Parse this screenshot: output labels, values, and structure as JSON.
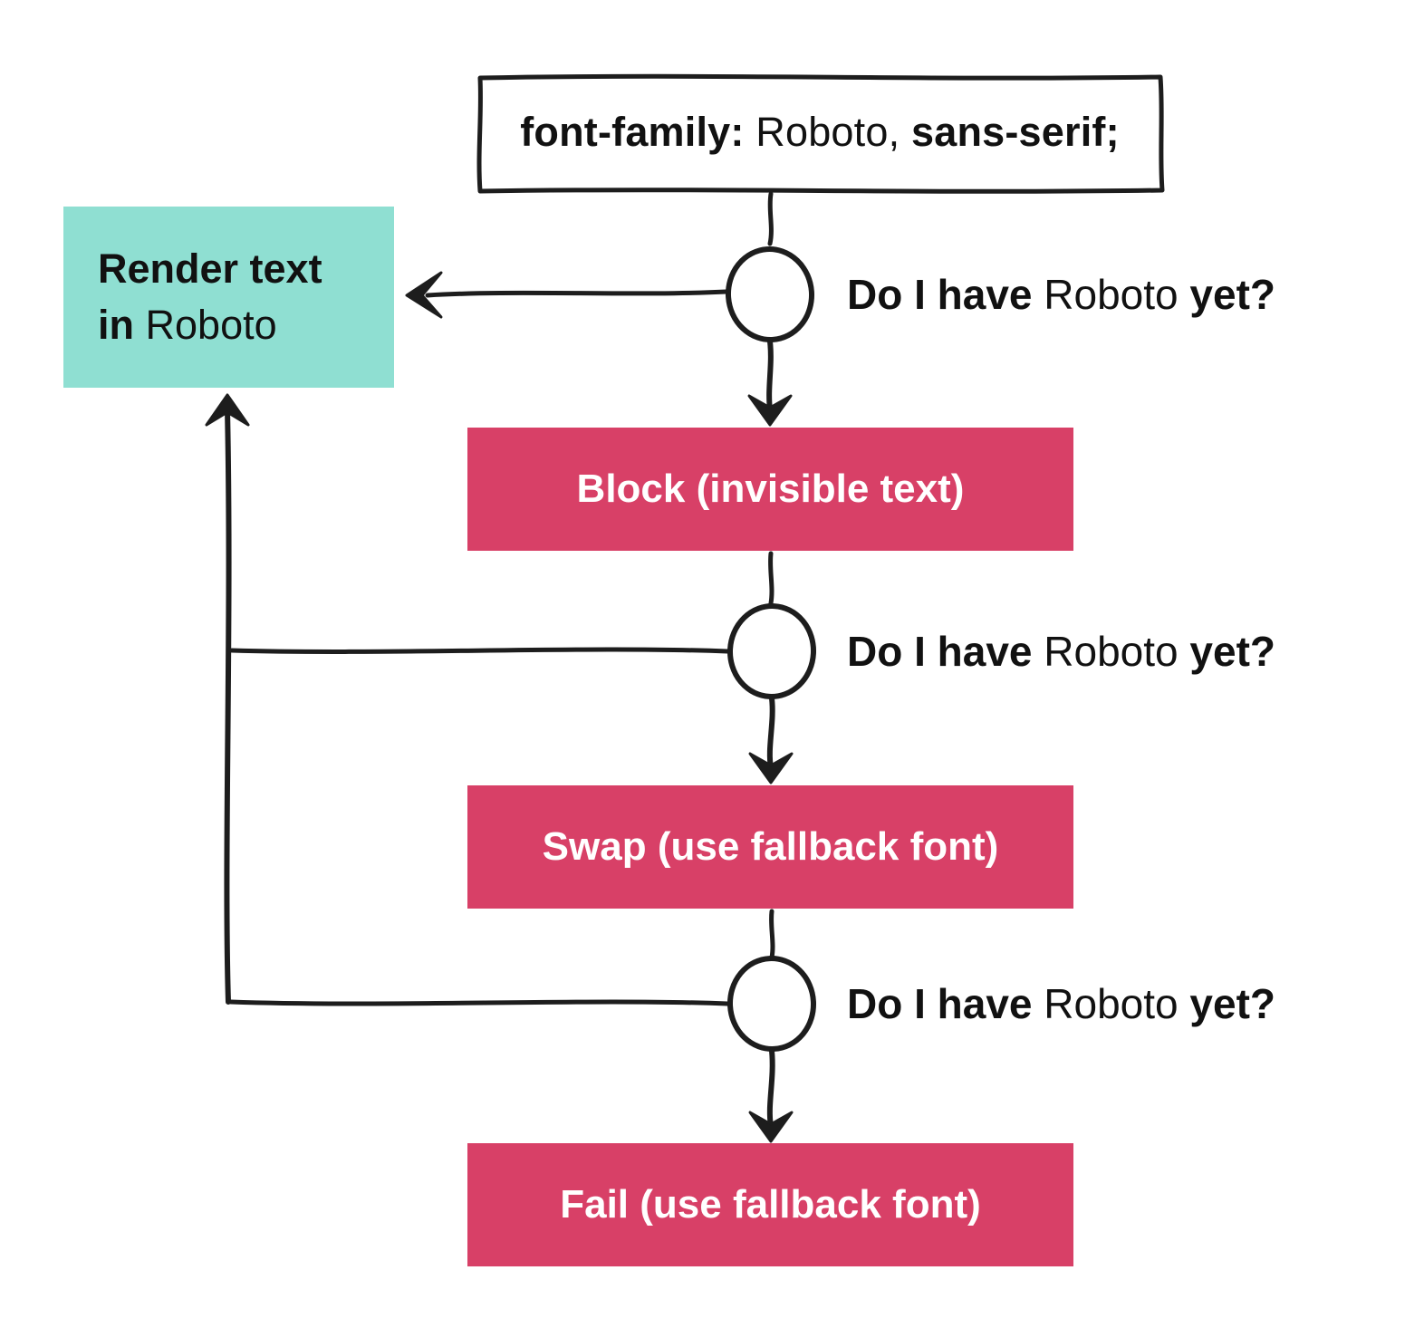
{
  "diagram": {
    "title_semantics": "font loading flowchart",
    "css_rule": {
      "property": "font-family:",
      "font_name": "Roboto,",
      "fallback": "sans-serif;"
    },
    "decisions": [
      {
        "bold_prefix": "Do I have",
        "font_name": "Roboto",
        "bold_suffix": "yet?"
      },
      {
        "bold_prefix": "Do I have",
        "font_name": "Roboto",
        "bold_suffix": "yet?"
      },
      {
        "bold_prefix": "Do I have",
        "font_name": "Roboto",
        "bold_suffix": "yet?"
      }
    ],
    "render_box": {
      "line1_bold": "Render text",
      "line2_bold": "in",
      "line2_regular": "Roboto"
    },
    "stages": [
      {
        "label": "Block (invisible text)"
      },
      {
        "label": "Swap (use fallback font)"
      },
      {
        "label": "Fail (use fallback font)"
      }
    ],
    "colors": {
      "success_box": "#8fdfd2",
      "stage_box": "#d84067",
      "ink": "#1d1d1d",
      "background": "#ffffff"
    }
  }
}
